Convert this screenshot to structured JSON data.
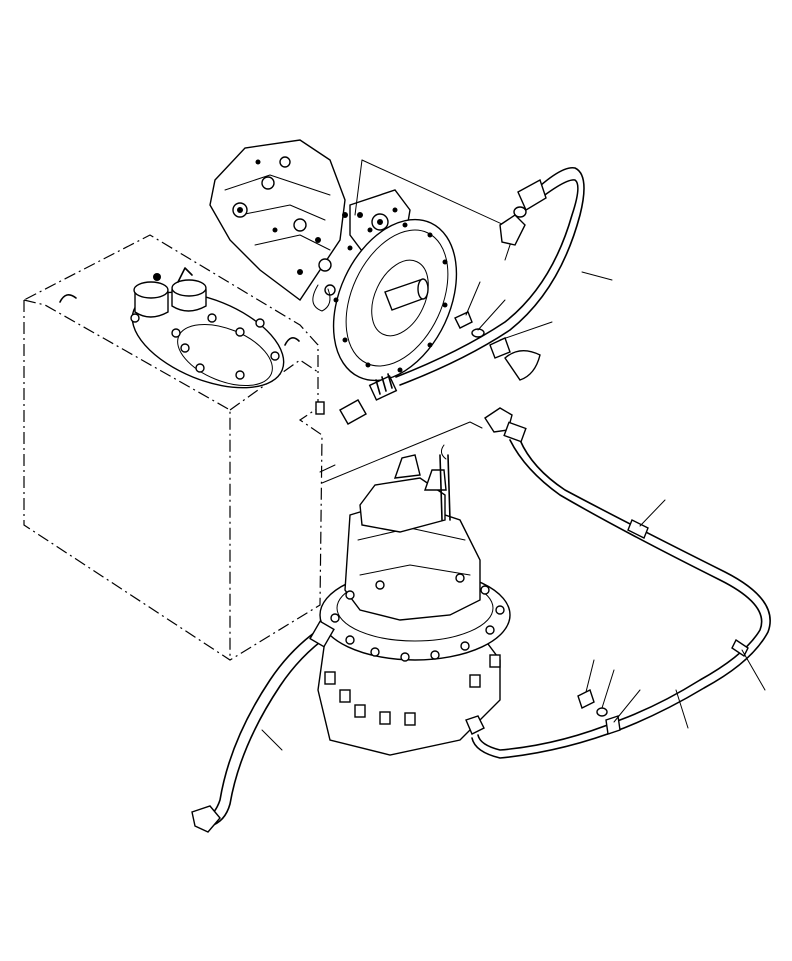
{
  "diagram": {
    "parts": [
      {
        "name": "hydraulic-tank",
        "label": ""
      },
      {
        "name": "main-pump",
        "label": ""
      },
      {
        "name": "swing-motor",
        "label": ""
      },
      {
        "name": "drain-hose-upper",
        "label": ""
      },
      {
        "name": "drain-hose-middle",
        "label": ""
      },
      {
        "name": "drain-hose-lower",
        "label": ""
      },
      {
        "name": "clamp-bolt",
        "label": ""
      },
      {
        "name": "clamp-washer",
        "label": ""
      },
      {
        "name": "hose-clamp",
        "label": ""
      }
    ],
    "colors": {
      "line": "#000000",
      "background": "#ffffff"
    }
  }
}
